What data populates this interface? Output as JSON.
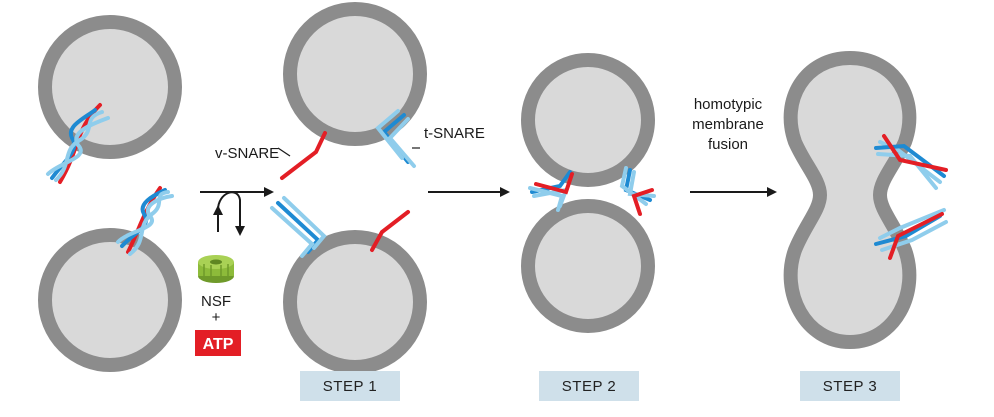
{
  "labels": {
    "v_snare": "v-SNARE",
    "t_snare": "t-SNARE",
    "nsf": "NSF",
    "plus": "+",
    "atp": "ATP",
    "fusion_line1": "homotypic",
    "fusion_line2": "membrane",
    "fusion_line3": "fusion"
  },
  "steps": [
    "STEP 1",
    "STEP 2",
    "STEP 3"
  ],
  "colors": {
    "membrane": "#8c8c8c",
    "lumen": "#d9d9d9",
    "v_snare": "#e31e25",
    "t_snare_dark": "#1e8ad2",
    "t_snare_light": "#8fcdec",
    "step_box": "#cfe0ea",
    "atp_box": "#e31e25",
    "nsf": "#8dbb3a"
  }
}
